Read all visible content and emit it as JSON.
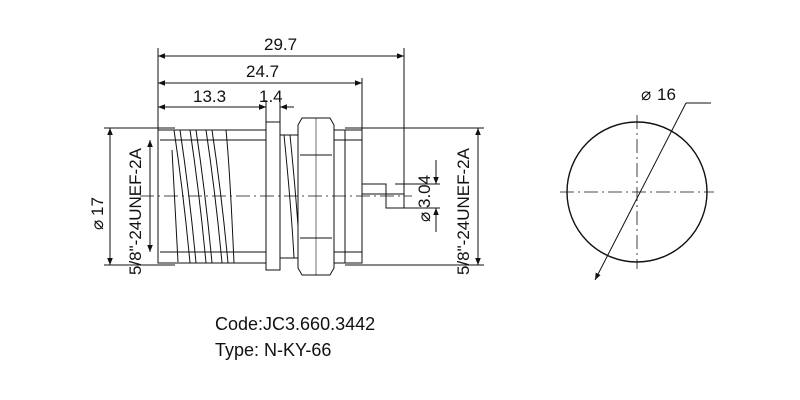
{
  "dimensions": {
    "overall_length": "29.7",
    "body_length": "24.7",
    "thread_length": "13.3",
    "flange_thickness": "1.4",
    "outer_diameter": "17",
    "pin_diameter": "3.04",
    "panel_cutout_diameter": "16",
    "thread_spec_left": "5/8\"-24UNEF-2A",
    "thread_spec_right": "5/8\"-24UNEF-2A",
    "diameter_symbol": "⌀"
  },
  "caption": {
    "code": "Code:JC3.660.3442",
    "type": "Type: N-KY-66"
  }
}
